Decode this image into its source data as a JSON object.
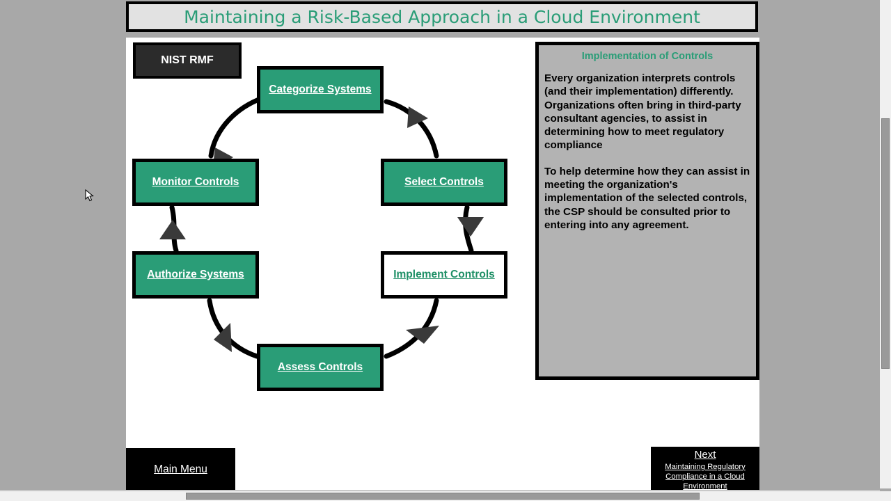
{
  "window": {
    "background_color": "#a8a8a8",
    "accent_green": "#2a9d77",
    "panel_gray": "#b3b3b3"
  },
  "title": {
    "text": "Maintaining a Risk-Based Approach in a Cloud Environment"
  },
  "diagram": {
    "framework_badge": "NIST RMF",
    "type": "cycle",
    "direction": "clockwise",
    "nodes": [
      {
        "id": "categorize",
        "label": "Categorize Systems",
        "state": "normal",
        "fill": "#2a9d77",
        "text_color": "#ffffff"
      },
      {
        "id": "select",
        "label": "Select Controls",
        "state": "normal",
        "fill": "#2a9d77",
        "text_color": "#ffffff"
      },
      {
        "id": "implement",
        "label": "Implement Controls",
        "state": "active",
        "fill": "#ffffff",
        "text_color": "#1e8f66"
      },
      {
        "id": "assess",
        "label": "Assess Controls",
        "state": "normal",
        "fill": "#2a9d77",
        "text_color": "#ffffff"
      },
      {
        "id": "authorize",
        "label": "Authorize Systems",
        "state": "normal",
        "fill": "#2a9d77",
        "text_color": "#ffffff"
      },
      {
        "id": "monitor",
        "label": "Monitor Controls",
        "state": "normal",
        "fill": "#2a9d77",
        "text_color": "#ffffff"
      }
    ],
    "arrows": [
      {
        "from": "categorize",
        "to": "select",
        "direction": "down-right"
      },
      {
        "from": "select",
        "to": "implement",
        "direction": "down"
      },
      {
        "from": "implement",
        "to": "assess",
        "direction": "down-left"
      },
      {
        "from": "assess",
        "to": "authorize",
        "direction": "up-left"
      },
      {
        "from": "authorize",
        "to": "monitor",
        "direction": "up"
      },
      {
        "from": "monitor",
        "to": "categorize",
        "direction": "up-right"
      }
    ]
  },
  "info_panel": {
    "heading": "Implementation of Controls",
    "paragraphs": [
      "Every organization interprets controls (and their implementation) differently. Organizations often bring in third-party consultant agencies, to assist in determining how to meet regulatory compliance",
      "To help determine how they can assist in meeting the organization's implementation of the selected controls, the CSP should be consulted prior to entering into any agreement."
    ]
  },
  "navigation": {
    "main_menu_label": "Main Menu",
    "next_label": "Next",
    "next_subtitle": "Maintaining Regulatory Compliance in a Cloud Environment"
  },
  "scrollbars": {
    "vertical_thumb_position": "middle",
    "horizontal_thumb_position": "center"
  }
}
